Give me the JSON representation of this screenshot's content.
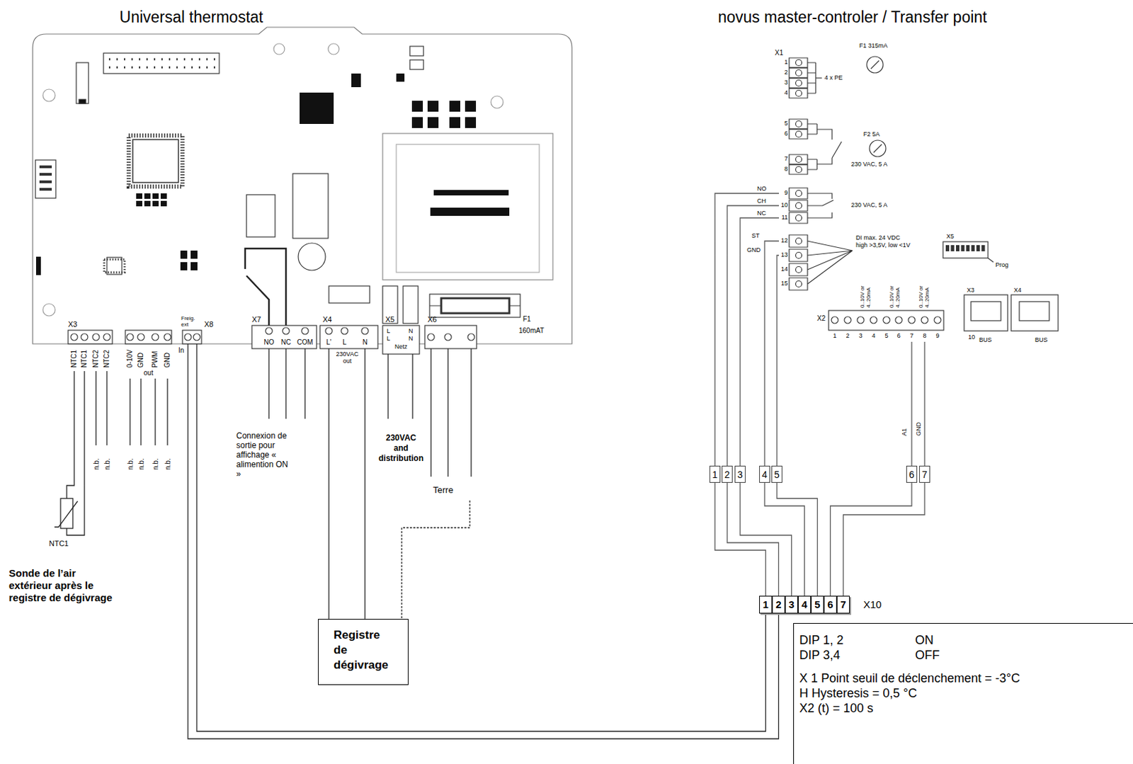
{
  "diagram": {
    "nodes": [
      {
        "text": [
          "1"
        ]
      },
      {
        "text": [
          "2"
        ]
      },
      {
        "text": [
          "3"
        ]
      },
      {
        "text": [
          "4"
        ]
      },
      {
        "text": [
          "5"
        ]
      },
      {
        "text": [
          "6"
        ]
      },
      {
        "text": [
          "7"
        ]
      },
      {
        "text": [
          "1",
          "2",
          "3",
          "4",
          "5",
          "6",
          "7",
          "X10"
        ]
      },
      {
        "text": [
          "Registre de dégivrage"
        ]
      },
      {
        "text": [
          "DIP 1, 2",
          "ON",
          "DIP 3,4",
          "OFF",
          "X 1 Point seuil de déclenchement = -3°C",
          "H Hysteresis = 0,5 °C",
          "X2 (t) = 100 s"
        ]
      }
    ],
    "edges": [
      {
        "from": 0,
        "to": 7,
        "arrow": "none"
      },
      {
        "from": 1,
        "to": 7,
        "arrow": "none"
      },
      {
        "from": 2,
        "to": 7,
        "arrow": "none"
      },
      {
        "from": 3,
        "to": 7,
        "arrow": "none"
      },
      {
        "from": 4,
        "to": 7,
        "arrow": "none"
      },
      {
        "from": 5,
        "to": 7,
        "arrow": "none"
      },
      {
        "from": 6,
        "to": 7,
        "arrow": "none"
      }
    ],
    "labels": [
      "Universal thermostat",
      "novus master-controler / Transfer point",
      "X3",
      "NTC1",
      "NTC1",
      "NTC2",
      "NTC2",
      "0-10V",
      "GND",
      "PWM",
      "GND",
      "out",
      "Freig. ext",
      "In",
      "X8",
      "X7",
      "NO",
      "NC",
      "COM",
      "X4",
      "L'",
      "L",
      "N",
      "230VAC out",
      "X5",
      "L",
      "N",
      "L",
      "N",
      "Netz",
      "X6",
      "F1",
      "160mAT",
      "n.b.",
      "n.b.",
      "n.b.",
      "n.b.",
      "n.b.",
      "n.b.",
      "Connexion de sortie pour affichage « alimention ON »",
      "230VAC and distribution",
      "Terre",
      "NTC1",
      "Sonde de l’air extérieur après le registre de dégivrage",
      "X1",
      "1",
      "2",
      "3",
      "4",
      "4 x PE",
      "F1 315mA",
      "F2 5A",
      "5",
      "6",
      "7",
      "8",
      "230 VAC, 5 A",
      "9",
      "10",
      "11",
      "230 VAC, 5 A",
      "NO",
      "CH",
      "NC",
      "12",
      "13",
      "14",
      "15",
      "ST",
      "GND",
      "DI max. 24 VDC high >3,5V, low <1V",
      "X5",
      "Prog",
      "X2",
      "0..10V or 4..20mA",
      "0..10V or 4..20mA",
      "0..10V or 4..20mA",
      "1",
      "2",
      "3",
      "4",
      "5",
      "6",
      "7",
      "8",
      "9",
      "X3",
      "X4",
      "10",
      "BUS",
      "BUS",
      "A1",
      "GND"
    ]
  }
}
